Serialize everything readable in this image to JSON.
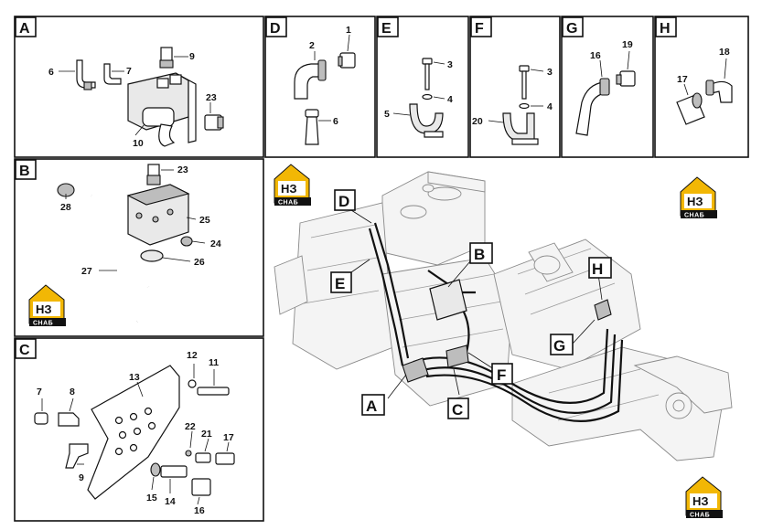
{
  "panels": {
    "A": {
      "letter": "A",
      "labels": [
        "6",
        "7",
        "9",
        "10",
        "23"
      ]
    },
    "B": {
      "letter": "B",
      "labels": [
        "23",
        "25",
        "24",
        "26",
        "27",
        "28"
      ]
    },
    "C": {
      "letter": "C",
      "labels": [
        "7",
        "8",
        "9",
        "11",
        "12",
        "13",
        "14",
        "15",
        "16",
        "17",
        "21",
        "22"
      ]
    },
    "D": {
      "letter": "D",
      "labels": [
        "1",
        "2",
        "6"
      ]
    },
    "E": {
      "letter": "E",
      "labels": [
        "3",
        "4",
        "5"
      ]
    },
    "F": {
      "letter": "F",
      "labels": [
        "3",
        "4",
        "20"
      ]
    },
    "G": {
      "letter": "G",
      "labels": [
        "16",
        "19"
      ]
    },
    "H": {
      "letter": "H",
      "labels": [
        "17",
        "18"
      ]
    }
  },
  "callouts": [
    "D",
    "E",
    "B",
    "H",
    "G",
    "F",
    "A",
    "C"
  ],
  "logo": {
    "text": "НЗ",
    "subtext": "СНАБ",
    "color": "#f2b705"
  }
}
